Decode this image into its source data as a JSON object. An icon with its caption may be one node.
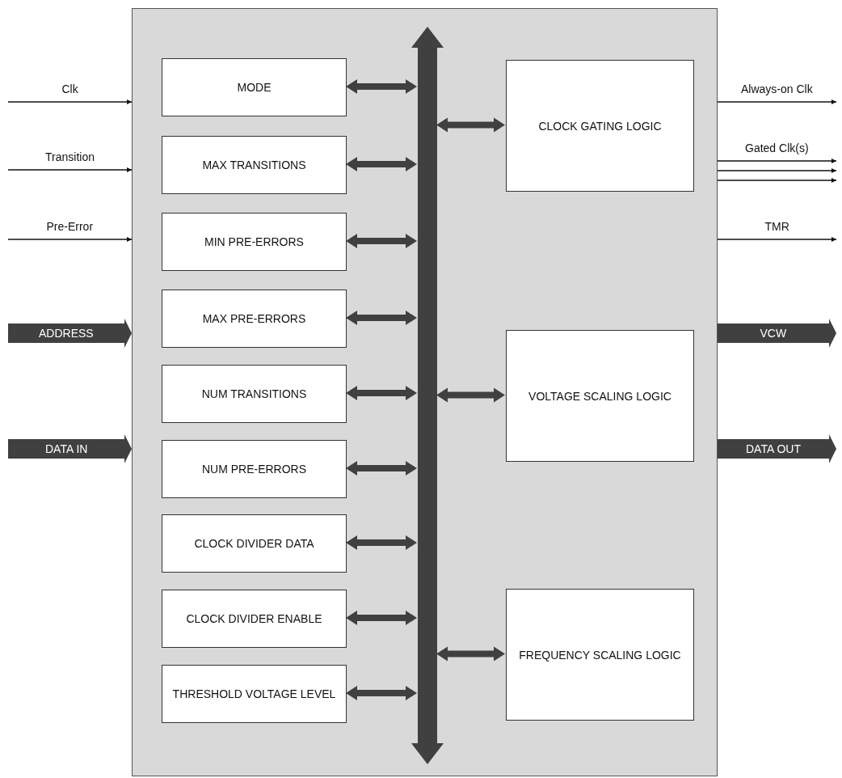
{
  "diagram": {
    "nodes": [
      {
        "text": [],
        "shape": "box"
      },
      {
        "text": [
          "MODE"
        ],
        "in": 0
      },
      {
        "text": [
          "MAX TRANSITIONS"
        ],
        "in": 0
      },
      {
        "text": [
          "MIN PRE-ERRORS"
        ],
        "in": 0
      },
      {
        "text": [
          "MAX PRE-ERRORS"
        ],
        "in": 0
      },
      {
        "text": [
          "NUM TRANSITIONS"
        ],
        "in": 0
      },
      {
        "text": [
          "NUM PRE-ERRORS"
        ],
        "in": 0
      },
      {
        "text": [
          "CLOCK DIVIDER DATA"
        ],
        "in": 0
      },
      {
        "text": [
          "CLOCK DIVIDER ENABLE"
        ],
        "in": 0
      },
      {
        "text": [
          "THRESHOLD VOLTAGE LEVEL"
        ],
        "in": 0
      },
      {
        "text": [],
        "shape": "bar",
        "in": 0
      },
      {
        "text": [
          "CLOCK GATING LOGIC"
        ],
        "in": 0
      },
      {
        "text": [
          "VOLTAGE SCALING LOGIC"
        ],
        "in": 0
      },
      {
        "text": [
          "FREQUENCY SCALING LOGIC"
        ],
        "in": 0
      }
    ],
    "edges": [
      {
        "from": 1,
        "to": 10,
        "arrow": "both",
        "style": "thick"
      },
      {
        "from": 2,
        "to": 10,
        "arrow": "both",
        "style": "thick"
      },
      {
        "from": 3,
        "to": 10,
        "arrow": "both",
        "style": "thick"
      },
      {
        "from": 4,
        "to": 10,
        "arrow": "both",
        "style": "thick"
      },
      {
        "from": 5,
        "to": 10,
        "arrow": "both",
        "style": "thick"
      },
      {
        "from": 6,
        "to": 10,
        "arrow": "both",
        "style": "thick"
      },
      {
        "from": 7,
        "to": 10,
        "arrow": "both",
        "style": "thick"
      },
      {
        "from": 8,
        "to": 10,
        "arrow": "both",
        "style": "thick"
      },
      {
        "from": 9,
        "to": 10,
        "arrow": "both",
        "style": "thick"
      },
      {
        "from": 10,
        "to": 11,
        "arrow": "both",
        "style": "thick"
      },
      {
        "from": 10,
        "to": 12,
        "arrow": "both",
        "style": "thick"
      },
      {
        "from": 10,
        "to": 13,
        "arrow": "both",
        "style": "thick"
      },
      {
        "from": null,
        "to": 0,
        "arrow": "to",
        "label": "Clk"
      },
      {
        "from": null,
        "to": 0,
        "arrow": "to",
        "label": "Transition"
      },
      {
        "from": null,
        "to": 0,
        "arrow": "to",
        "label": "Pre-Error"
      },
      {
        "from": null,
        "to": 0,
        "arrow": "to",
        "label": "ADDRESS",
        "style": "thick"
      },
      {
        "from": null,
        "to": 0,
        "arrow": "to",
        "label": "DATA IN",
        "style": "thick"
      },
      {
        "from": 0,
        "to": null,
        "arrow": "to",
        "label": "Always-on Clk"
      },
      {
        "from": 0,
        "to": null,
        "arrow": "to",
        "label": "Gated Clk(s)"
      },
      {
        "from": 0,
        "to": null,
        "arrow": "to"
      },
      {
        "from": 0,
        "to": null,
        "arrow": "to"
      },
      {
        "from": 0,
        "to": null,
        "arrow": "to",
        "label": "TMR"
      },
      {
        "from": 0,
        "to": null,
        "arrow": "to",
        "label": "VCW",
        "style": "thick"
      },
      {
        "from": 0,
        "to": null,
        "arrow": "to",
        "label": "DATA OUT",
        "style": "thick"
      }
    ]
  }
}
